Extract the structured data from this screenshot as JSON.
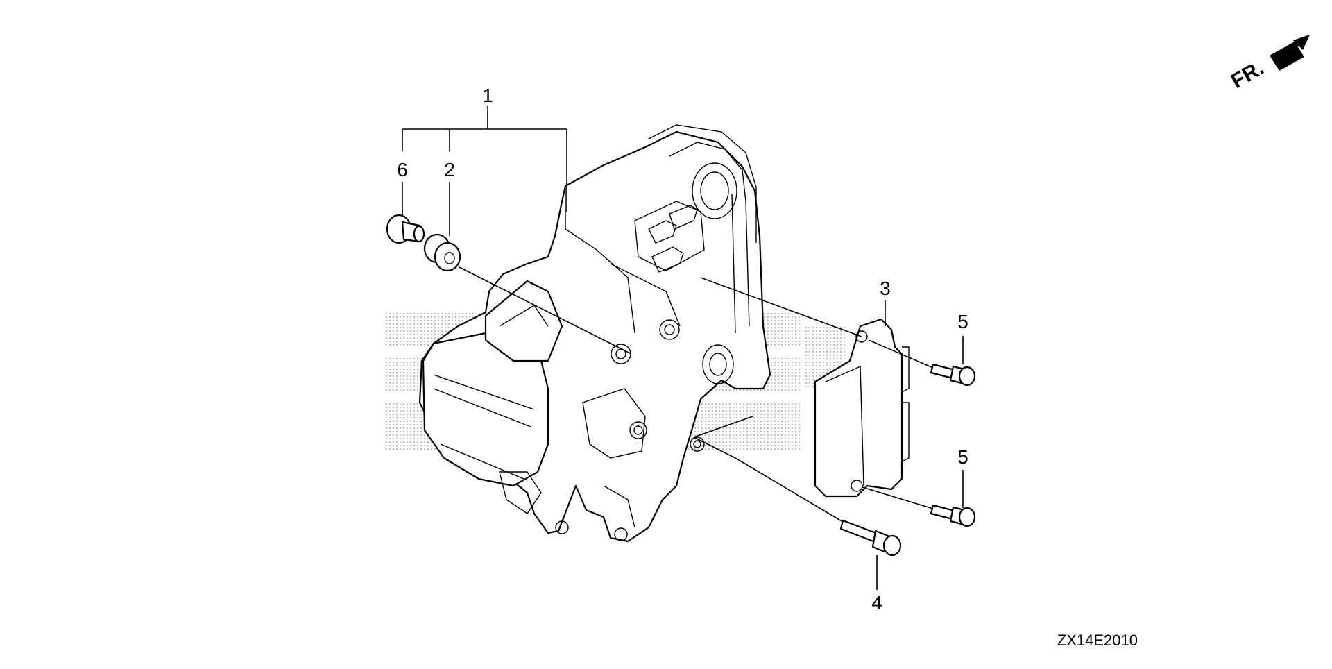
{
  "diagram": {
    "callouts": [
      {
        "id": "1",
        "label": "1"
      },
      {
        "id": "2",
        "label": "2"
      },
      {
        "id": "3",
        "label": "3"
      },
      {
        "id": "4",
        "label": "4"
      },
      {
        "id": "5a",
        "label": "5"
      },
      {
        "id": "5b",
        "label": "5"
      },
      {
        "id": "6",
        "label": "6"
      }
    ],
    "direction_label": "FR.",
    "diagram_code": "ZX14E2010"
  }
}
